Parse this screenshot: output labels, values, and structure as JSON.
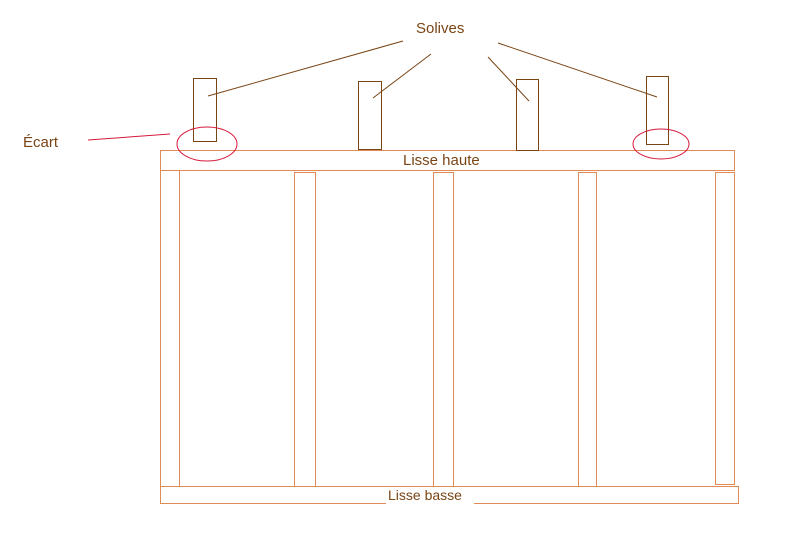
{
  "labels": {
    "joists": "Solives",
    "gap": "Écart",
    "top_plate": "Lisse haute",
    "bottom_plate": "Lisse basse"
  },
  "colors": {
    "framing": "#e08a55",
    "joist": "#7a4515",
    "leader": "#7a4515",
    "gap_marker": "#d61a3c",
    "text": "#7a4515"
  }
}
